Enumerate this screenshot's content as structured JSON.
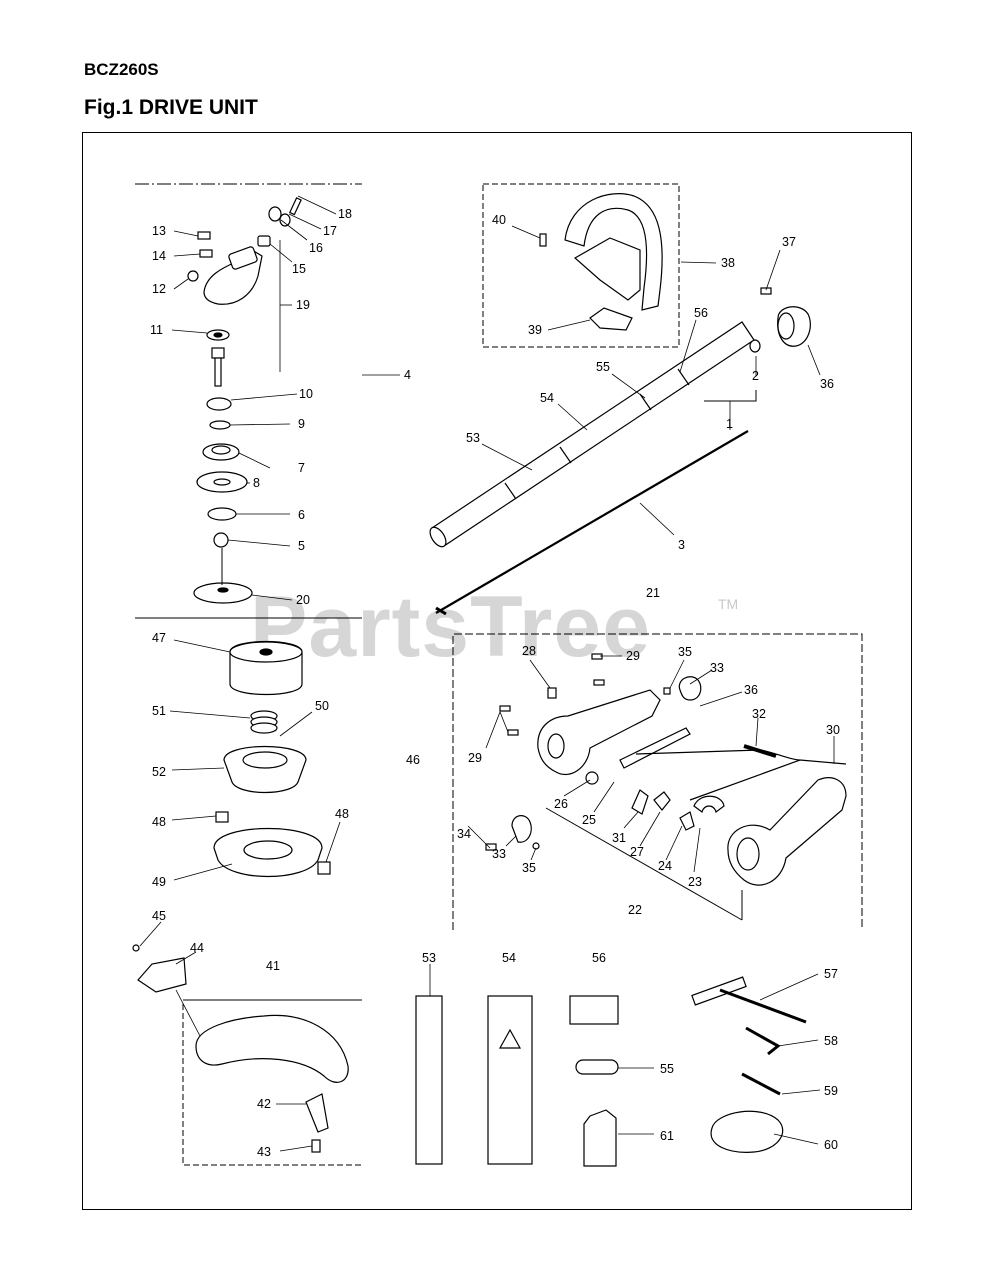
{
  "header": {
    "model": "BCZ260S",
    "figure_title": "Fig.1 DRIVE UNIT"
  },
  "watermark": {
    "text": "PartsTree",
    "tm": "TM"
  },
  "callouts": [
    {
      "id": "c13",
      "label": "13"
    },
    {
      "id": "c14",
      "label": "14"
    },
    {
      "id": "c12",
      "label": "12"
    },
    {
      "id": "c11",
      "label": "11"
    },
    {
      "id": "c18",
      "label": "18"
    },
    {
      "id": "c17",
      "label": "17"
    },
    {
      "id": "c16",
      "label": "16"
    },
    {
      "id": "c15",
      "label": "15"
    },
    {
      "id": "c19",
      "label": "19"
    },
    {
      "id": "c4",
      "label": "4"
    },
    {
      "id": "c10",
      "label": "10"
    },
    {
      "id": "c9",
      "label": "9"
    },
    {
      "id": "c7",
      "label": "7"
    },
    {
      "id": "c8",
      "label": "8"
    },
    {
      "id": "c6",
      "label": "6"
    },
    {
      "id": "c5",
      "label": "5"
    },
    {
      "id": "c20",
      "label": "20"
    },
    {
      "id": "c40",
      "label": "40"
    },
    {
      "id": "c38",
      "label": "38"
    },
    {
      "id": "c39",
      "label": "39"
    },
    {
      "id": "c37",
      "label": "37"
    },
    {
      "id": "c36a",
      "label": "36"
    },
    {
      "id": "c56a",
      "label": "56"
    },
    {
      "id": "c55a",
      "label": "55"
    },
    {
      "id": "c54a",
      "label": "54"
    },
    {
      "id": "c53a",
      "label": "53"
    },
    {
      "id": "c2",
      "label": "2"
    },
    {
      "id": "c1",
      "label": "1"
    },
    {
      "id": "c3",
      "label": "3"
    },
    {
      "id": "c21",
      "label": "21"
    },
    {
      "id": "c47",
      "label": "47"
    },
    {
      "id": "c51",
      "label": "51"
    },
    {
      "id": "c50",
      "label": "50"
    },
    {
      "id": "c52",
      "label": "52"
    },
    {
      "id": "c48a",
      "label": "48"
    },
    {
      "id": "c48b",
      "label": "48"
    },
    {
      "id": "c49",
      "label": "49"
    },
    {
      "id": "c46",
      "label": "46"
    },
    {
      "id": "c28",
      "label": "28"
    },
    {
      "id": "c29a",
      "label": "29"
    },
    {
      "id": "c35a",
      "label": "35"
    },
    {
      "id": "c33a",
      "label": "33"
    },
    {
      "id": "c36b",
      "label": "36"
    },
    {
      "id": "c32",
      "label": "32"
    },
    {
      "id": "c30",
      "label": "30"
    },
    {
      "id": "c29b",
      "label": "29"
    },
    {
      "id": "c26",
      "label": "26"
    },
    {
      "id": "c25",
      "label": "25"
    },
    {
      "id": "c31",
      "label": "31"
    },
    {
      "id": "c27",
      "label": "27"
    },
    {
      "id": "c24",
      "label": "24"
    },
    {
      "id": "c23",
      "label": "23"
    },
    {
      "id": "c34",
      "label": "34"
    },
    {
      "id": "c33b",
      "label": "33"
    },
    {
      "id": "c35b",
      "label": "35"
    },
    {
      "id": "c22",
      "label": "22"
    },
    {
      "id": "c45",
      "label": "45"
    },
    {
      "id": "c44",
      "label": "44"
    },
    {
      "id": "c41",
      "label": "41"
    },
    {
      "id": "c42",
      "label": "42"
    },
    {
      "id": "c43",
      "label": "43"
    },
    {
      "id": "c53b",
      "label": "53"
    },
    {
      "id": "c54b",
      "label": "54"
    },
    {
      "id": "c56b",
      "label": "56"
    },
    {
      "id": "c57",
      "label": "57"
    },
    {
      "id": "c58",
      "label": "58"
    },
    {
      "id": "c55b",
      "label": "55"
    },
    {
      "id": "c59",
      "label": "59"
    },
    {
      "id": "c61",
      "label": "61"
    },
    {
      "id": "c60",
      "label": "60"
    }
  ]
}
